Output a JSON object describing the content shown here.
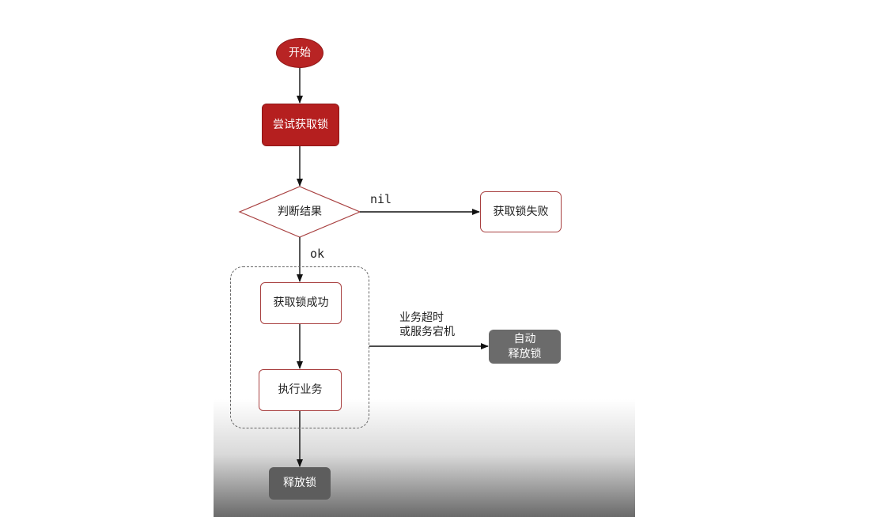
{
  "diagram": {
    "nodes": {
      "start": "开始",
      "try_acquire": "尝试获取锁",
      "judge": "判断结果",
      "acquire_fail": "获取锁失败",
      "acquire_success": "获取锁成功",
      "execute": "执行业务",
      "auto_release": [
        "自动",
        "释放锁"
      ],
      "release": "释放锁"
    },
    "edges": {
      "nil": "nil",
      "ok": "ok",
      "timeout": [
        "业务超时",
        "或服务宕机"
      ]
    },
    "colors": {
      "start_fill": "#b82424",
      "try_fill": "#b51f1f",
      "node_border": "#a84040",
      "auto_fill": "#6b6b6b",
      "release_fill": "#5d5d5d"
    }
  }
}
